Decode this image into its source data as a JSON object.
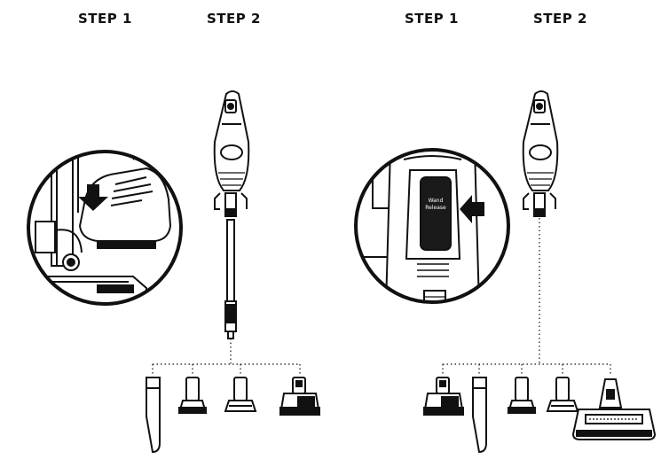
{
  "left_panel": {
    "step1_label": "STEP 1",
    "step2_label": "STEP 2"
  },
  "right_panel": {
    "step1_label": "STEP 1",
    "step2_label": "STEP 2",
    "release_button_line1": "Wand",
    "release_button_line2": "Release"
  },
  "colors": {
    "line": "#111111",
    "fill_dark": "#1a1a1a",
    "background": "#ffffff"
  }
}
